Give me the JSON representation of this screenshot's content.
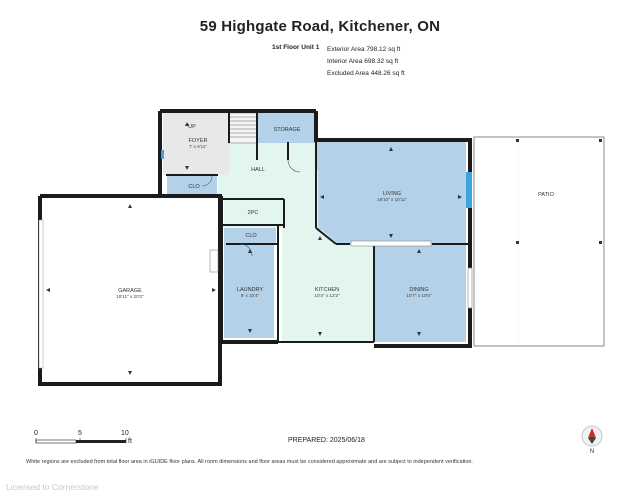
{
  "header": {
    "title": "59 Highgate Road, Kitchener, ON",
    "floor_label": "1st Floor Unit 1",
    "exterior_area": "Exterior Area 798.12 sq ft",
    "interior_area": "Interior Area 698.32 sq ft",
    "excluded_area": "Excluded Area 448.26 sq ft"
  },
  "rooms": {
    "foyer": {
      "name": "FOYER",
      "dim": "7' x 6'11\""
    },
    "up": {
      "name": "UP"
    },
    "storage": {
      "name": "STORAGE"
    },
    "hall": {
      "name": "HALL"
    },
    "clo1": {
      "name": "CLO"
    },
    "two_pc": {
      "name": "2PC"
    },
    "clo2": {
      "name": "CLO"
    },
    "living": {
      "name": "LIVING",
      "dim": "18'10\" x 10'11\""
    },
    "patio": {
      "name": "PATIO"
    },
    "garage": {
      "name": "GARAGE",
      "dim": "19'11\" x 20'2\""
    },
    "laundry": {
      "name": "LAUNDRY",
      "dim": "9' x 10'4\""
    },
    "kitchen": {
      "name": "KITCHEN",
      "dim": "10'4\" x 12'2\""
    },
    "dining": {
      "name": "DINING",
      "dim": "10'7\" x 10'0\""
    }
  },
  "scale": {
    "t0": "0",
    "t5": "5",
    "t10": "10",
    "unit": "ft"
  },
  "prepared": "PREPARED: 2025/06/18",
  "compass": {
    "label": "N"
  },
  "footer": {
    "disclaimer": "White regions are excluded from total floor area in iGUIDE floor plans. All room dimensions and floor areas must be considered approximate and are subject to independent verification.",
    "license": "Licensed to Cornerstone"
  },
  "colors": {
    "room_blue": "#b3d2ea",
    "room_green": "#e2f6ee",
    "room_grey": "#e8e8e8",
    "wall": "#1b1b1b",
    "window": "#3da4dd"
  }
}
